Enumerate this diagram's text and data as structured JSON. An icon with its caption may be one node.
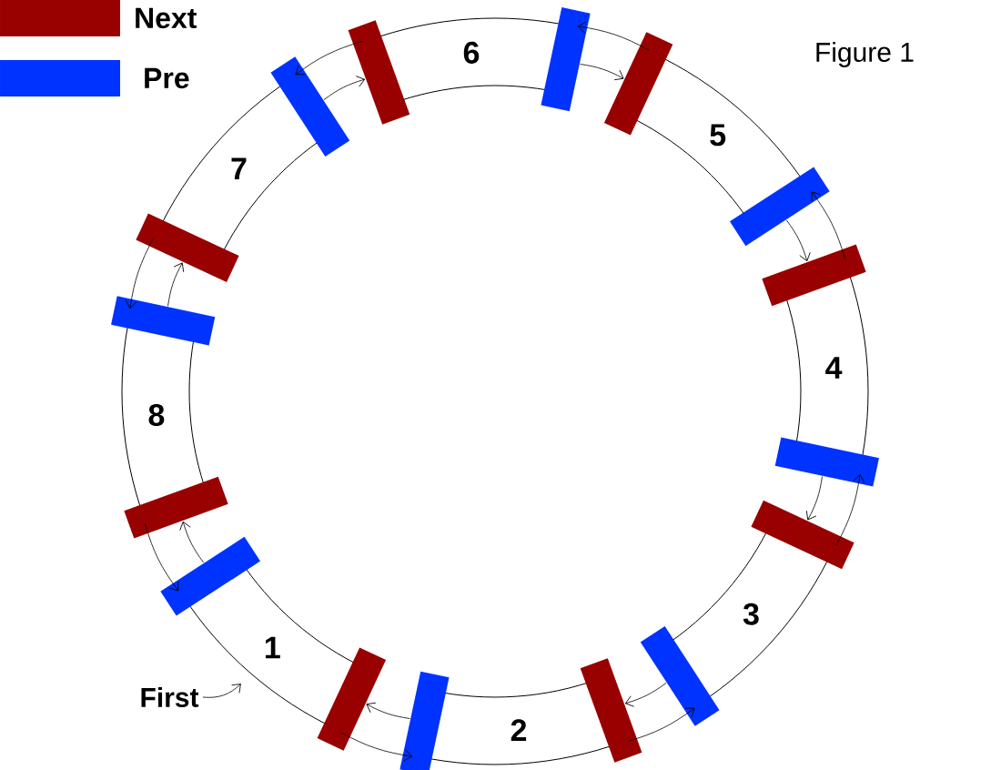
{
  "diagram": {
    "title": "Figure 1",
    "nodes": [
      {
        "text": [
          "1"
        ]
      },
      {
        "text": [
          "2"
        ]
      },
      {
        "text": [
          "3"
        ]
      },
      {
        "text": [
          "4"
        ]
      },
      {
        "text": [
          "5"
        ]
      },
      {
        "text": [
          "6"
        ]
      },
      {
        "text": [
          "7"
        ]
      },
      {
        "text": [
          "8"
        ]
      },
      {
        "text": [
          "First"
        ]
      }
    ],
    "edges": [
      {
        "from": 0,
        "to": 1,
        "arrow": "to"
      },
      {
        "from": 1,
        "to": 0,
        "arrow": "to"
      },
      {
        "from": 1,
        "to": 2,
        "arrow": "to"
      },
      {
        "from": 2,
        "to": 1,
        "arrow": "to"
      },
      {
        "from": 2,
        "to": 3,
        "arrow": "to"
      },
      {
        "from": 3,
        "to": 2,
        "arrow": "to"
      },
      {
        "from": 3,
        "to": 4,
        "arrow": "to"
      },
      {
        "from": 4,
        "to": 3,
        "arrow": "to"
      },
      {
        "from": 4,
        "to": 5,
        "arrow": "to"
      },
      {
        "from": 5,
        "to": 4,
        "arrow": "to"
      },
      {
        "from": 5,
        "to": 6,
        "arrow": "to"
      },
      {
        "from": 6,
        "to": 5,
        "arrow": "to"
      },
      {
        "from": 6,
        "to": 7,
        "arrow": "to"
      },
      {
        "from": 7,
        "to": 6,
        "arrow": "to"
      },
      {
        "from": 7,
        "to": 0,
        "arrow": "to"
      },
      {
        "from": 0,
        "to": 7,
        "arrow": "to"
      },
      {
        "from": 8,
        "to": 0,
        "arrow": "to"
      }
    ],
    "legend": [
      {
        "text": "Next",
        "color": "#990000"
      },
      {
        "text": "Pre",
        "color": "#0033ff"
      }
    ]
  }
}
